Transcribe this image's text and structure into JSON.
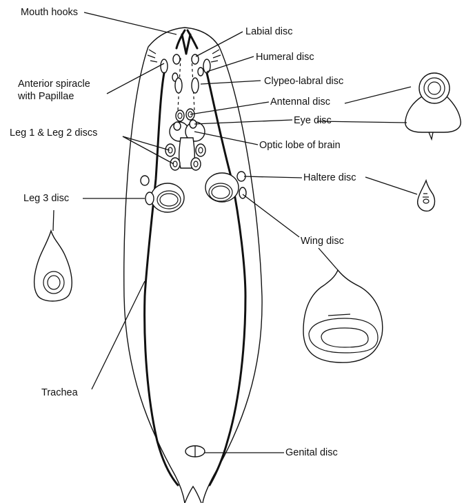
{
  "labels": {
    "mouth_hooks": "Mouth hooks",
    "labial_disc": "Labial disc",
    "humeral_disc": "Humeral disc",
    "anterior_spiracle_line1": "Anterior spiracle",
    "anterior_spiracle_line2": "with Papillae",
    "clypeo_labral_disc": "Clypeo-labral disc",
    "antennal_disc": "Antennal disc",
    "eye_disc": "Eye disc",
    "leg1_leg2_discs": "Leg 1 & Leg 2 discs",
    "optic_lobe": "Optic lobe of brain",
    "haltere_disc": "Haltere disc",
    "leg3_disc": "Leg 3 disc",
    "wing_disc": "Wing disc",
    "trachea": "Trachea",
    "genital_disc": "Genital disc"
  }
}
